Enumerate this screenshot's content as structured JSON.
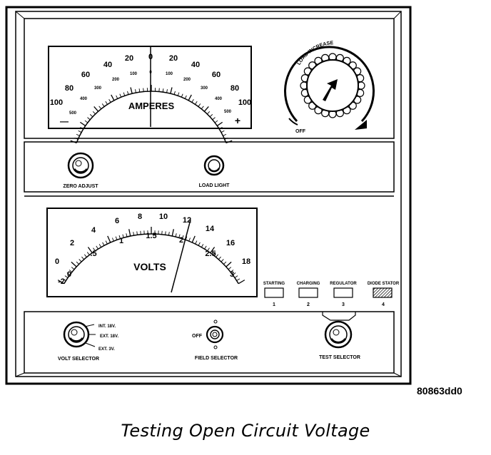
{
  "ammeter": {
    "top_scale": [
      "100",
      "80",
      "60",
      "40",
      "20",
      "0",
      "20",
      "40",
      "60",
      "80",
      "100"
    ],
    "bottom_scale": [
      "500",
      "400",
      "300",
      "200",
      "100",
      "0",
      "100",
      "200",
      "300",
      "400",
      "500"
    ],
    "label": "AMPERES",
    "minus": "—",
    "plus": "+"
  },
  "load_knob": {
    "arc_label": "LOAD INCREASE",
    "off_label": "OFF"
  },
  "middle_panel": {
    "zero_adjust": "ZERO ADJUST",
    "load_light": "LOAD LIGHT"
  },
  "voltmeter": {
    "top_scale": [
      "0",
      "2",
      "4",
      "6",
      "8",
      "10",
      "12",
      "14",
      "16",
      "18"
    ],
    "bottom_scale": [
      "-2",
      "0",
      ".5",
      "1",
      "1.5",
      "2",
      "2.5",
      "3"
    ],
    "label": "VOLTS"
  },
  "test_buttons": [
    {
      "label": "STARTING",
      "number": "1"
    },
    {
      "label": "CHARGING",
      "number": "2"
    },
    {
      "label": "REGULATOR",
      "number": "3"
    },
    {
      "label": "DIODE STATOR",
      "number": "4"
    }
  ],
  "volt_selector": {
    "label": "VOLT SELECTOR",
    "options": [
      "INT. 18V.",
      "EXT. 18V.",
      "EXT. 3V."
    ]
  },
  "field_selector": {
    "label": "FIELD SELECTOR",
    "off_label": "OFF"
  },
  "test_selector": {
    "label": "TEST SELECTOR"
  },
  "figure_code": "80863dd0",
  "caption": "Testing Open Circuit Voltage"
}
